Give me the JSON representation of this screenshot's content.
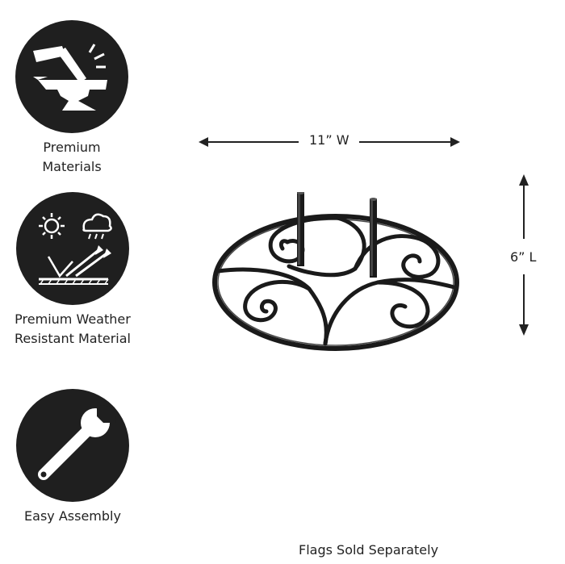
{
  "features": [
    {
      "label_lines": [
        "Premium Materials"
      ],
      "icon": "anvil-hammer-icon"
    },
    {
      "label_lines": [
        "Premium Weather",
        "Resistant Material"
      ],
      "icon": "weather-icon"
    },
    {
      "label_lines": [
        "Easy Assembly"
      ],
      "icon": "wrench-icon"
    }
  ],
  "dimensions": {
    "width": "11” W",
    "length": "6” L"
  },
  "footer": "Flags Sold Separately",
  "colors": {
    "icon_circle": "#1f1f1f",
    "metal": "#1a1a1a",
    "text": "#222222"
  }
}
